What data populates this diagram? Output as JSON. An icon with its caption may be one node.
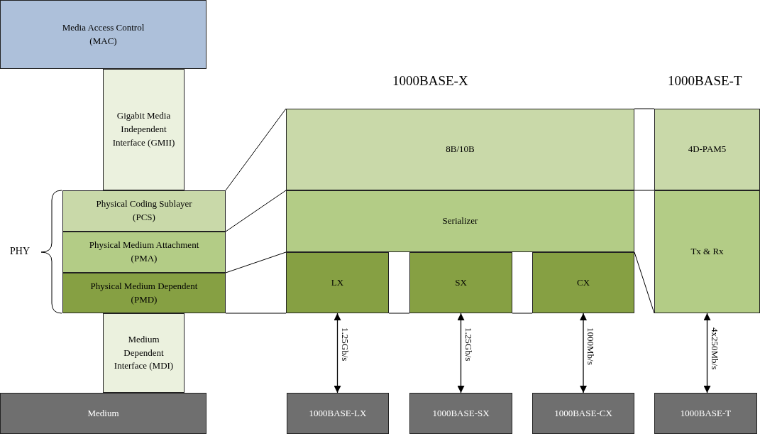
{
  "diagram": {
    "nodes": [
      {
        "text": [
          "Media Access Control (MAC)"
        ]
      },
      {
        "text": [
          "Gigabit Media Independent Interface (GMII)"
        ]
      },
      {
        "text": [
          "Physical Coding Sublayer (PCS)"
        ]
      },
      {
        "text": [
          "Physical Medium Attachment (PMA)"
        ]
      },
      {
        "text": [
          "Physical Medium Dependent (PMD)"
        ]
      },
      {
        "text": [
          "Medium Dependent Interface (MDI)"
        ]
      },
      {
        "text": [
          "Medium"
        ]
      },
      {
        "text": [
          "8B/10B"
        ]
      },
      {
        "text": [
          "4D-PAM5"
        ]
      },
      {
        "text": [
          "Serializer"
        ]
      },
      {
        "text": [
          "Tx & Rx"
        ]
      },
      {
        "text": [
          "LX"
        ]
      },
      {
        "text": [
          "SX"
        ]
      },
      {
        "text": [
          "CX"
        ]
      },
      {
        "text": [
          "1000BASE-LX"
        ]
      },
      {
        "text": [
          "1000BASE-SX"
        ]
      },
      {
        "text": [
          "1000BASE-CX"
        ]
      },
      {
        "text": [
          "1000BASE-T"
        ]
      }
    ],
    "edges": [
      {
        "from": 11,
        "to": 14,
        "arrow": "both",
        "label": "1.25Gb/s"
      },
      {
        "from": 12,
        "to": 15,
        "arrow": "both",
        "label": "1.25Gb/s"
      },
      {
        "from": 13,
        "to": 16,
        "arrow": "both",
        "label": "1000Mb/s"
      },
      {
        "from": 10,
        "to": 17,
        "arrow": "both",
        "label": "4x250Mb/s"
      }
    ],
    "labels": [
      "1000BASE-X",
      "1000BASE-T",
      "PHY"
    ]
  }
}
